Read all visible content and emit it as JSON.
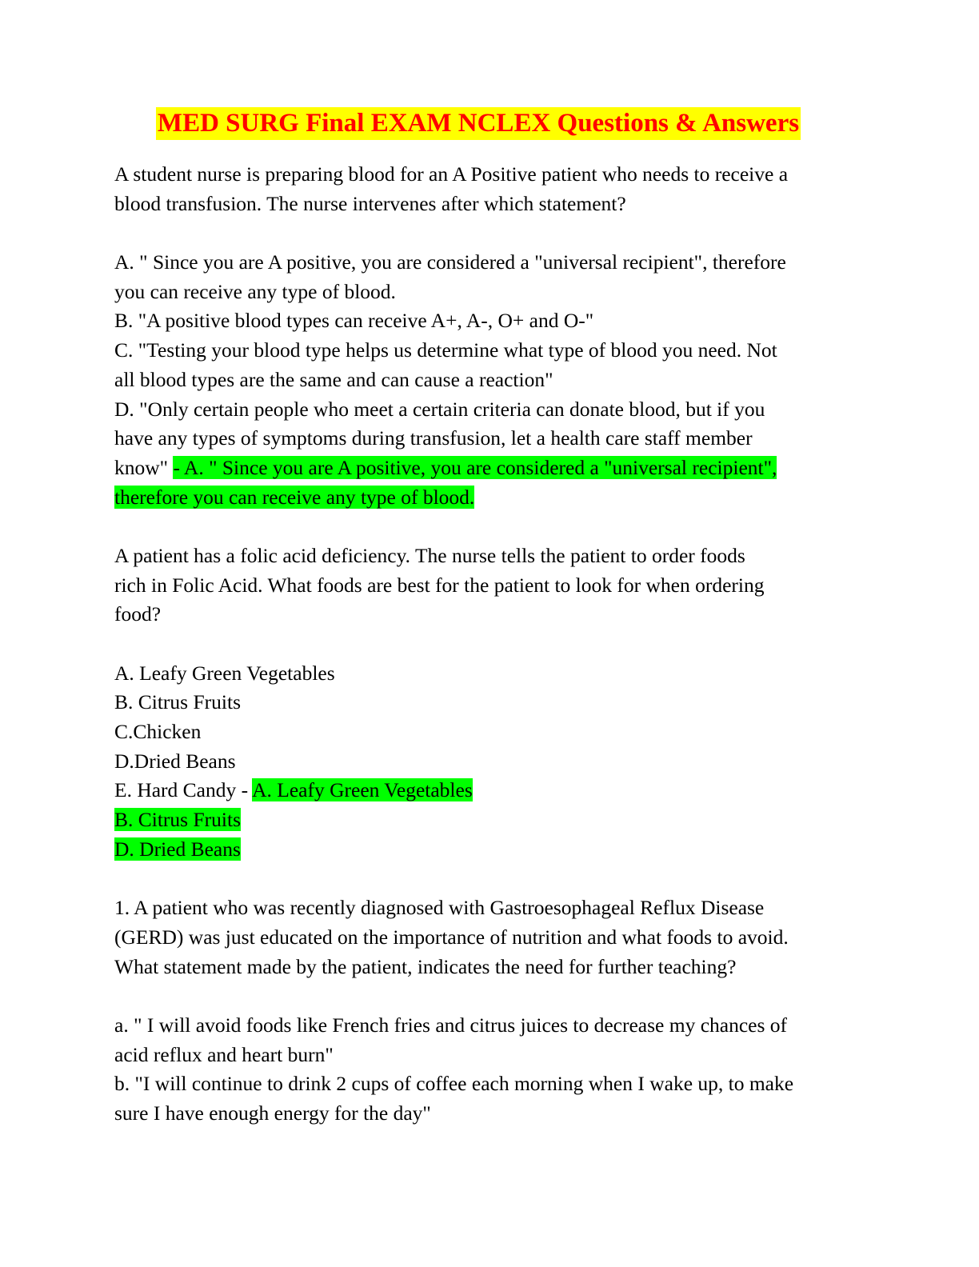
{
  "title": "MED SURG Final EXAM NCLEX Questions & Answers",
  "q1": {
    "stem": [
      "A student nurse is preparing blood for an A Positive patient who needs to receive a",
      "blood transfusion. The nurse intervenes after which statement?"
    ],
    "options": [
      "A. \" Since you are A positive, you are considered a \"universal recipient\", therefore",
      "you can receive any type of blood.",
      "B. \"A positive blood types can receive A+, A-, O+ and O-\"",
      "C. \"Testing your blood type helps us determine what type of blood you need. Not",
      "all blood types are the same and can cause a reaction\"",
      "D. \"Only certain people who meet a certain criteria can donate blood, but if you",
      "have any types of symptoms during transfusion, let a health care staff member"
    ],
    "last_option_tail": "know\" ",
    "answer": [
      "- A. \" Since you are A positive, you are considered a \"universal recipient\",",
      "therefore you can receive any type of blood."
    ]
  },
  "q2": {
    "stem": [
      "A patient has a folic acid deficiency. The nurse tells the patient to order foods",
      "rich in Folic Acid. What foods are best for the patient to look for when ordering",
      "food?"
    ],
    "options": [
      "A. Leafy Green Vegetables",
      "B. Citrus Fruits",
      "C.Chicken",
      "D.Dried Beans"
    ],
    "last_option": "E. Hard Candy - ",
    "answer": [
      "A. Leafy Green Vegetables",
      "B. Citrus Fruits",
      "D. Dried Beans"
    ]
  },
  "q3": {
    "stem": [
      "1. A patient who was recently diagnosed with Gastroesophageal Reflux Disease",
      "(GERD) was just educated on the importance of nutrition and what foods to avoid.",
      "What statement made by the patient, indicates the need for further teaching?"
    ],
    "options": [
      "a. \" I will avoid foods like French fries and citrus juices to decrease my chances of",
      "acid reflux and heart burn\"",
      "b. \"I will continue to drink 2 cups of coffee each morning when I wake up, to make",
      "sure I have enough energy for the day\""
    ]
  },
  "colors": {
    "title_text": "#ff0000",
    "title_highlight": "#ffff00",
    "answer_highlight": "#00ff00"
  }
}
